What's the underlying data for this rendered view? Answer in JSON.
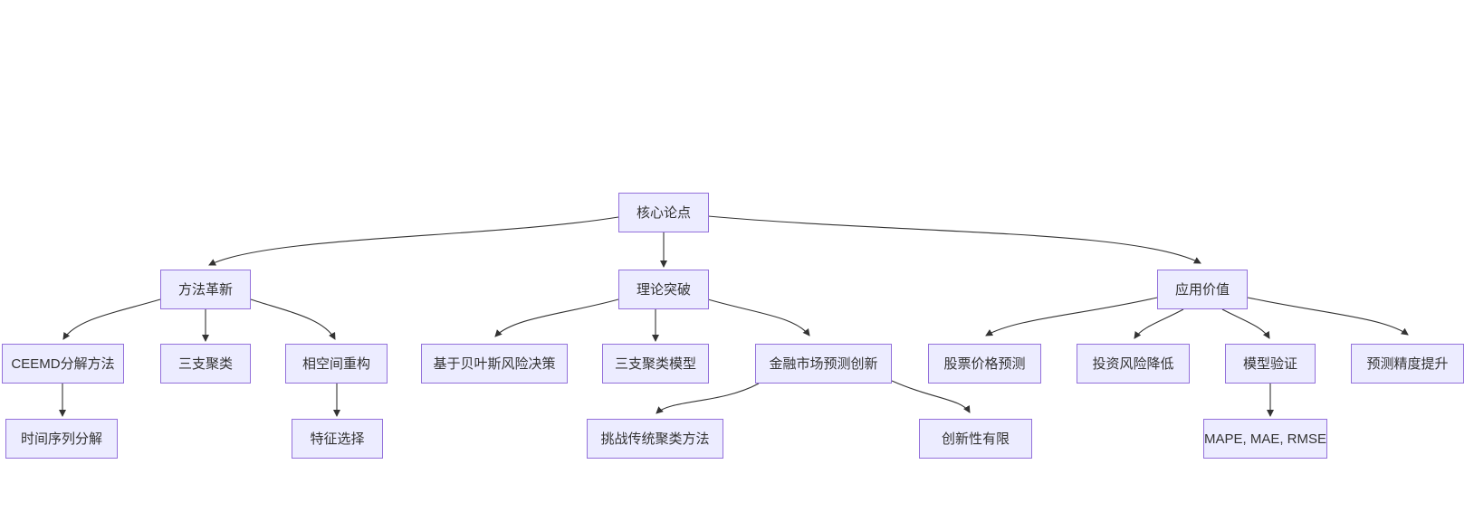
{
  "diagram": {
    "type": "flowchart",
    "direction": "top-down",
    "colors": {
      "background": "#ffffff",
      "node_fill": "#ECECFF",
      "node_border": "#9370DB",
      "node_text": "#333333",
      "edge": "#333333"
    },
    "nodes": {
      "root": "核心论点",
      "method_innovation": "方法革新",
      "theory_breakthrough": "理论突破",
      "application_value": "应用价值",
      "ceemd_decomposition": "CEEMD分解方法",
      "three_way_clustering": "三支聚类",
      "phase_space_reconstruction": "相空间重构",
      "time_series_decomposition": "时间序列分解",
      "feature_selection": "特征选择",
      "bayesian_risk_decision": "基于贝叶斯风险决策",
      "three_way_clustering_model": "三支聚类模型",
      "financial_market_forecast_innovation": "金融市场预测创新",
      "challenge_traditional_clustering": "挑战传统聚类方法",
      "limited_innovation": "创新性有限",
      "stock_price_prediction": "股票价格预测",
      "investment_risk_reduction": "投资风险降低",
      "model_validation": "模型验证",
      "forecast_accuracy_improvement": "预测精度提升",
      "evaluation_metrics": "MAPE, MAE, RMSE"
    },
    "edges": [
      {
        "from": "核心论点",
        "to": "方法革新"
      },
      {
        "from": "核心论点",
        "to": "理论突破"
      },
      {
        "from": "核心论点",
        "to": "应用价值"
      },
      {
        "from": "方法革新",
        "to": "CEEMD分解方法"
      },
      {
        "from": "方法革新",
        "to": "三支聚类"
      },
      {
        "from": "方法革新",
        "to": "相空间重构"
      },
      {
        "from": "CEEMD分解方法",
        "to": "时间序列分解"
      },
      {
        "from": "相空间重构",
        "to": "特征选择"
      },
      {
        "from": "理论突破",
        "to": "基于贝叶斯风险决策"
      },
      {
        "from": "理论突破",
        "to": "三支聚类模型"
      },
      {
        "from": "理论突破",
        "to": "金融市场预测创新"
      },
      {
        "from": "金融市场预测创新",
        "to": "挑战传统聚类方法"
      },
      {
        "from": "金融市场预测创新",
        "to": "创新性有限"
      },
      {
        "from": "应用价值",
        "to": "股票价格预测"
      },
      {
        "from": "应用价值",
        "to": "投资风险降低"
      },
      {
        "from": "应用价值",
        "to": "模型验证"
      },
      {
        "from": "应用价值",
        "to": "预测精度提升"
      },
      {
        "from": "模型验证",
        "to": "MAPE, MAE, RMSE"
      }
    ]
  }
}
